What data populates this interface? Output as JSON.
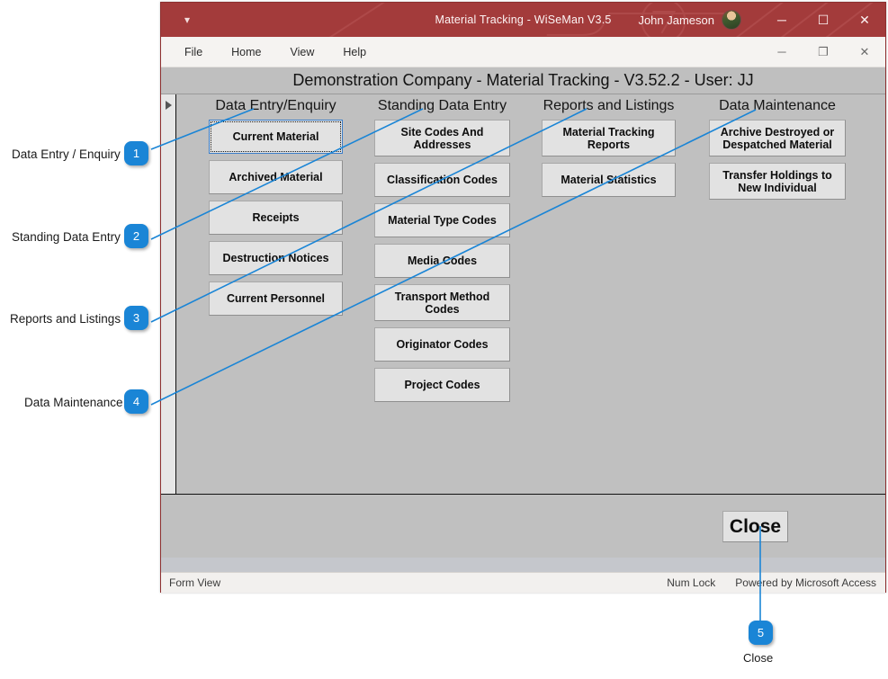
{
  "window": {
    "title": "Material Tracking  -  WiSeMan V3.5",
    "user_name": "John Jameson",
    "avatar_name": "user-avatar",
    "qat_icon": "▾",
    "minimize_icon": "─",
    "maximize_icon": "☐",
    "close_icon": "✕",
    "doc_minimize_icon": "─",
    "doc_restore_icon": "❐",
    "doc_close_icon": "✕"
  },
  "menu": {
    "items": [
      {
        "label": "File"
      },
      {
        "label": "Home"
      },
      {
        "label": "View"
      },
      {
        "label": "Help"
      }
    ]
  },
  "form": {
    "caption": "Demonstration Company - Material Tracking - V3.52.2 - User: JJ",
    "record_selector_icon": "record-arrow",
    "columns": [
      {
        "title": "Data Entry/Enquiry",
        "buttons": [
          {
            "label": "Current Material",
            "focused": true
          },
          {
            "label": "Archived Material",
            "focused": false
          },
          {
            "label": "Receipts",
            "focused": false
          },
          {
            "label": "Destruction Notices",
            "focused": false
          },
          {
            "label": "Current Personnel",
            "focused": false
          }
        ]
      },
      {
        "title": "Standing Data Entry",
        "buttons": [
          {
            "label": "Site Codes And Addresses",
            "focused": false
          },
          {
            "label": "Classification Codes",
            "focused": false
          },
          {
            "label": "Material Type Codes",
            "focused": false
          },
          {
            "label": "Media Codes",
            "focused": false
          },
          {
            "label": "Transport Method Codes",
            "focused": false
          },
          {
            "label": "Originator Codes",
            "focused": false
          },
          {
            "label": "Project Codes",
            "focused": false
          }
        ]
      },
      {
        "title": "Reports and Listings",
        "buttons": [
          {
            "label": "Material Tracking Reports",
            "focused": false
          },
          {
            "label": "Material Statistics",
            "focused": false
          }
        ]
      },
      {
        "title": "Data Maintenance",
        "buttons": [
          {
            "label": "Archive Destroyed or Despatched Material",
            "focused": false
          },
          {
            "label": "Transfer Holdings to New Individual",
            "focused": false
          }
        ]
      }
    ],
    "close_label": "Close"
  },
  "status_bar": {
    "left": "Form View",
    "num_lock": "Num Lock",
    "powered_by": "Powered by Microsoft Access"
  },
  "callouts": [
    {
      "number": "1",
      "label": "Data Entry / Enquiry"
    },
    {
      "number": "2",
      "label": "Standing Data Entry"
    },
    {
      "number": "3",
      "label": "Reports and Listings"
    },
    {
      "number": "4",
      "label": "Data Maintenance"
    },
    {
      "number": "5",
      "label": "Close"
    }
  ],
  "colors": {
    "title_bar": "#a33b3b",
    "window_border": "#9c3434",
    "form_background": "#c0c0c0",
    "button_face": "#e2e2e2",
    "callout_blue": "#1a85d6",
    "focus_blue": "#3b7ec9"
  }
}
